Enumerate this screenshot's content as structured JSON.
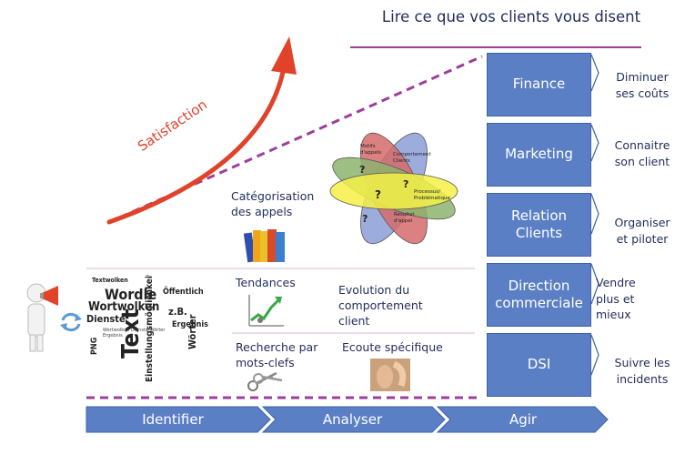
{
  "title": "Lire ce que vos clients vous disent",
  "satisfaction": "Satisfaction",
  "departments": [
    {
      "name": "Finance",
      "goal": "Diminuer ses coûts"
    },
    {
      "name": "Marketing",
      "goal": "Connaitre son client"
    },
    {
      "name": "Relation Clients",
      "goal": "Organiser et piloter"
    },
    {
      "name": "Direction commerciale",
      "goal": "Vendre plus et mieux"
    },
    {
      "name": "DSI",
      "goal": "Suivre les incidents"
    }
  ],
  "activities": {
    "categorisation": "Catégorisation des appels",
    "tendances": "Tendances",
    "evolution": "Evolution du comportement client",
    "recherche": "Recherche par mots-clefs",
    "ecoute": "Ecoute spécifique"
  },
  "diagram": {
    "petals": [
      "Motifs d'appels",
      "Comportement Clients",
      "Processus/ Problématique",
      "Résultat d'appel"
    ],
    "question_mark": "?"
  },
  "phases": [
    "Identifier",
    "Analyser",
    "Agir"
  ],
  "wordcloud": [
    "Wordle",
    "Wortwolken",
    "Text",
    "Dienste",
    "Einstellungsmöglichkeiten",
    "z.B.",
    "Öffentlich",
    "Wörter",
    "Ergebnis",
    "PNG",
    "Textwolken"
  ],
  "colors": {
    "dept_fill": "#5b7fc4",
    "dept_border": "#3f62a6",
    "arrow_fill": "#5b7fc4",
    "dashed_line": "#9b3f9b",
    "satisfaction_red": "#e0432a",
    "title_text": "#1f2d5a"
  },
  "icons": [
    "megaphone-person-icon",
    "refresh-cycle-icon",
    "books-icon",
    "trend-chart-icon",
    "keys-icon",
    "listening-ear-icon"
  ]
}
